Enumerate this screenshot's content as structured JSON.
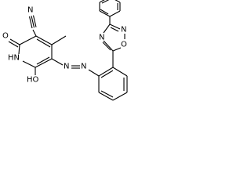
{
  "structure": {
    "atom_labels": {
      "nitrile_n": "N",
      "ring_oxo_o": "O",
      "ring_nh": "HN",
      "hydroxy_oh": "HO",
      "azo_n1": "N",
      "azo_n2": "N",
      "oxadiazole_o": "O",
      "oxadiazole_n_top": "N",
      "oxadiazole_n_bottom": "N"
    }
  }
}
